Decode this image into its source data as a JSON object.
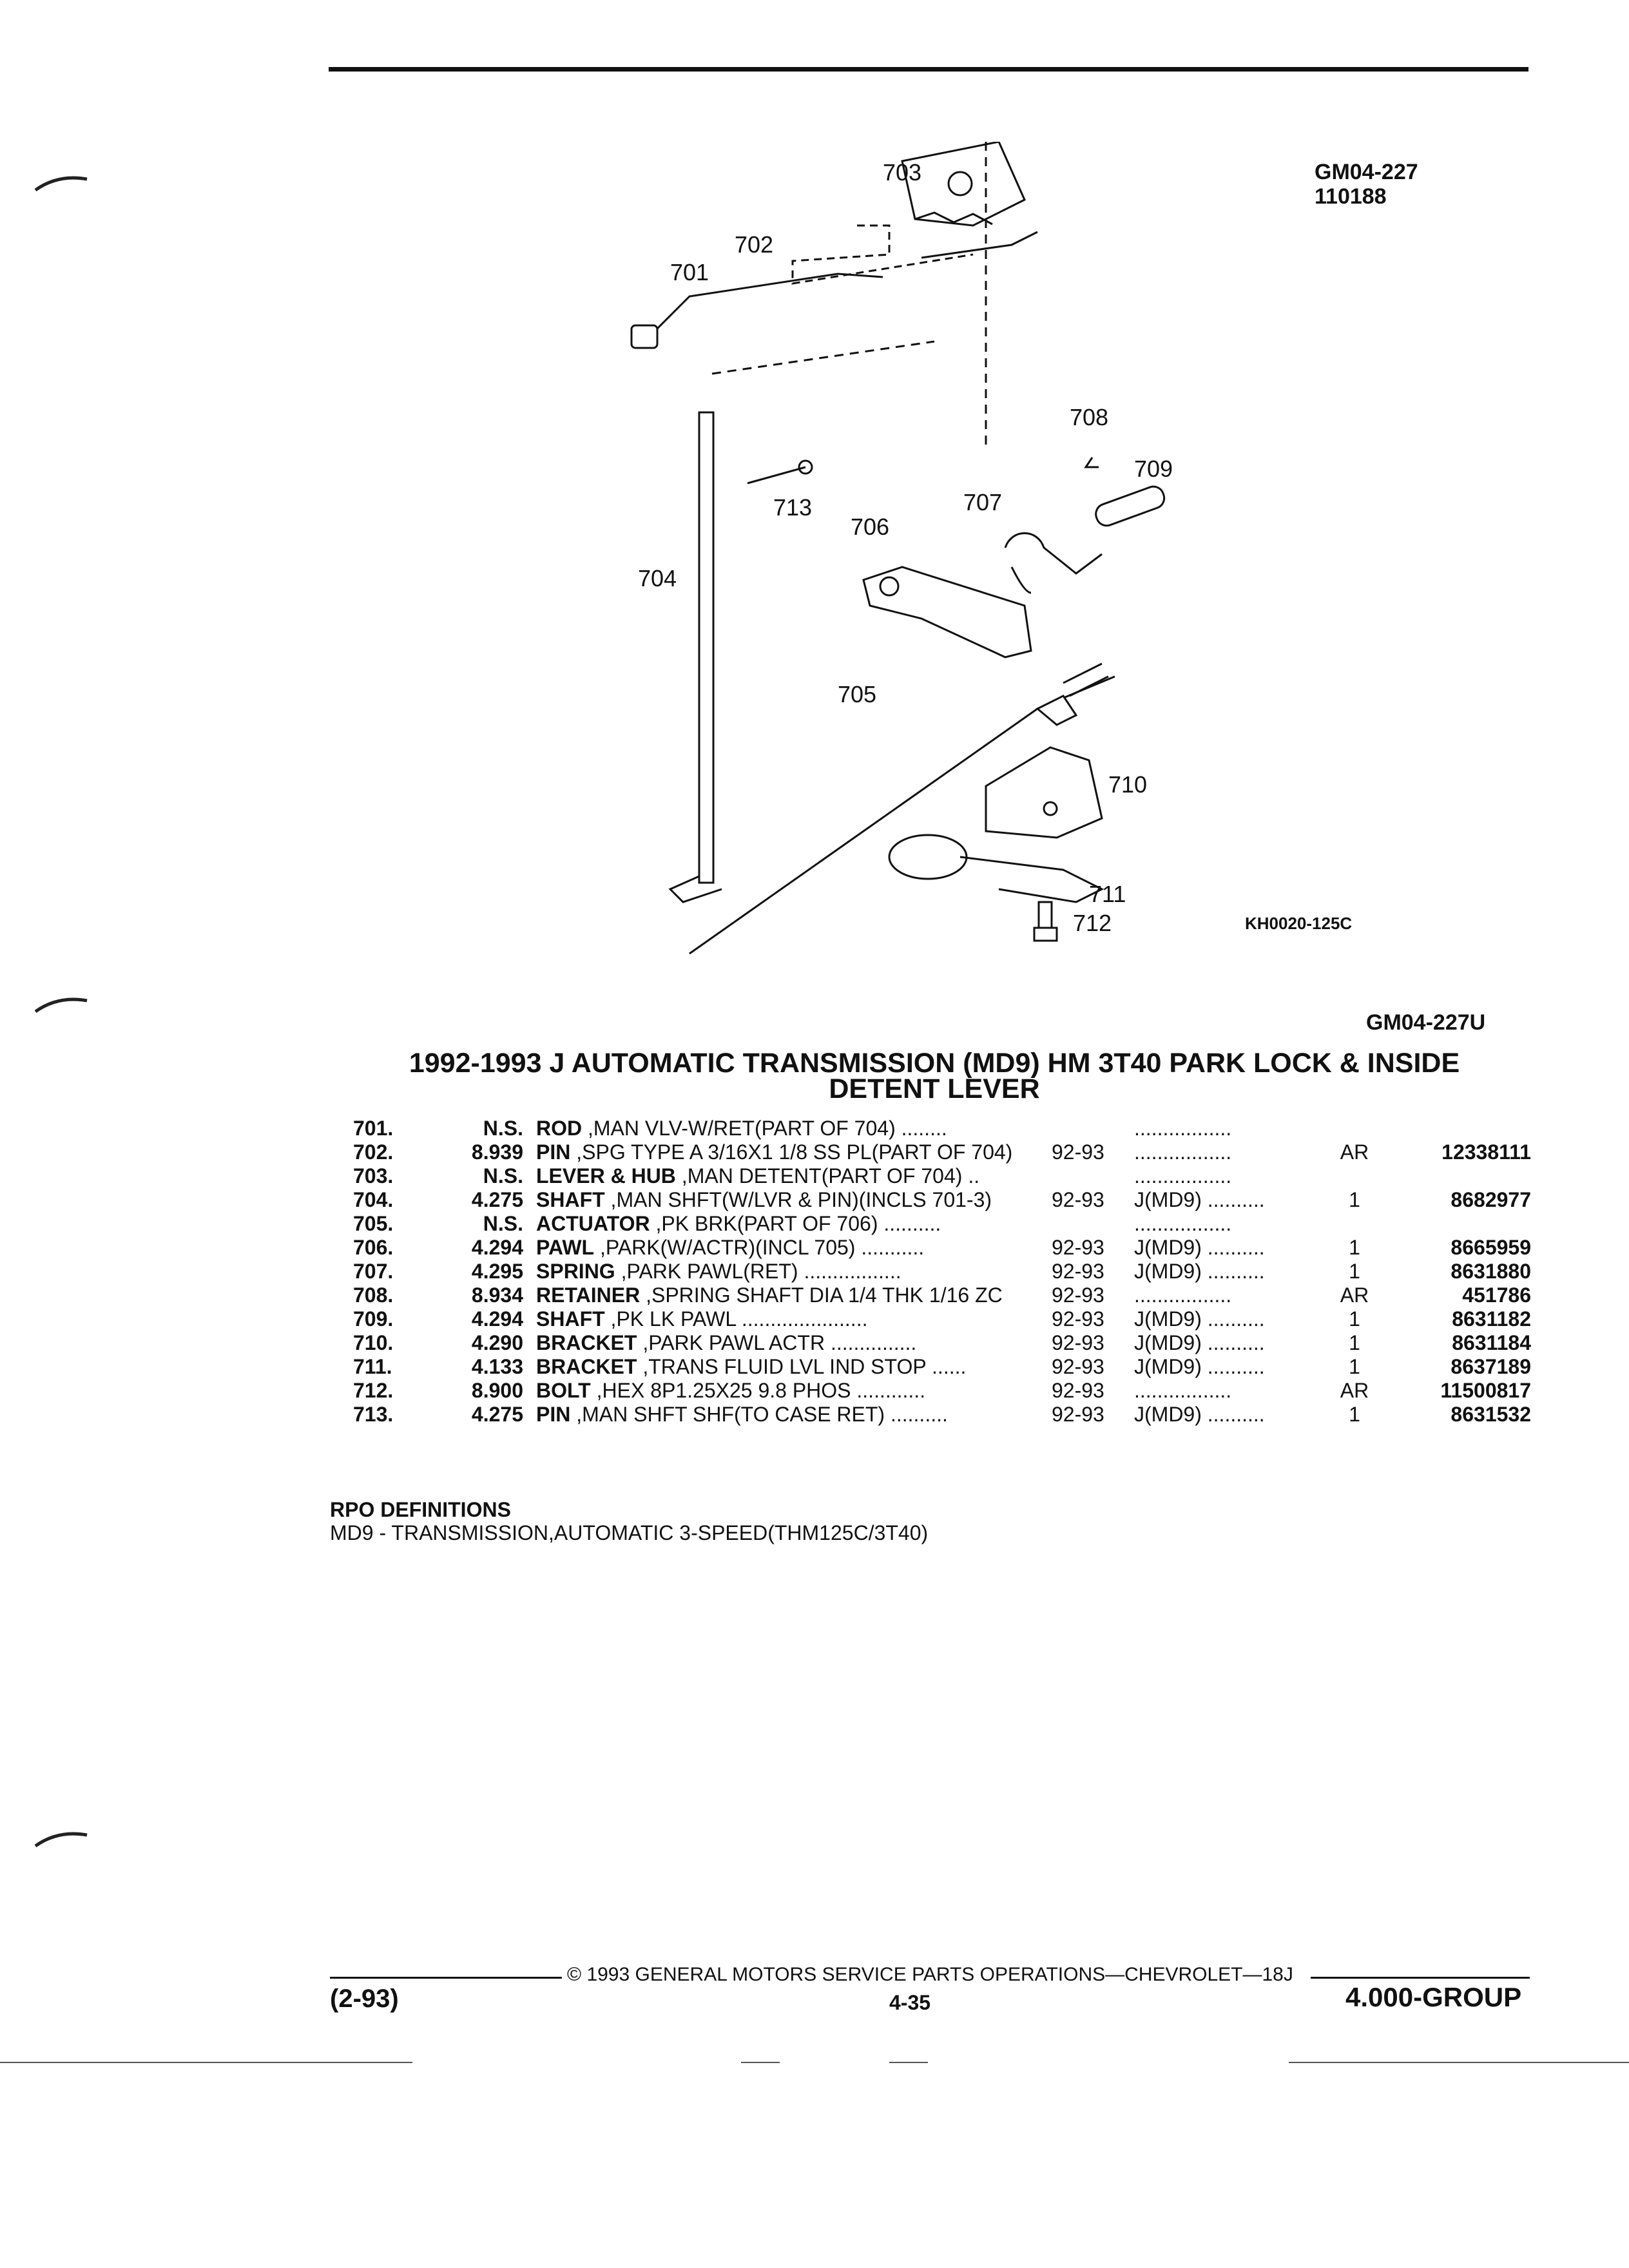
{
  "header": {
    "ref_codes": [
      "GM04-227",
      "110188"
    ],
    "illustration_code": "KH0020-125C",
    "illustration_ref": "GM04-227U"
  },
  "diagram": {
    "callouts": [
      "701",
      "702",
      "703",
      "704",
      "705",
      "706",
      "707",
      "708",
      "709",
      "710",
      "711",
      "712",
      "713"
    ]
  },
  "title": {
    "line1": "1992-1993 J AUTOMATIC TRANSMISSION (MD9) HM 3T40 PARK LOCK & INSIDE",
    "line2": "DETENT LEVER"
  },
  "parts": [
    {
      "ref": "701.",
      "group": "N.S.",
      "name": "ROD",
      "detail": ",MAN VLV-W/RET(PART OF 704) ........",
      "years": "",
      "option": ".................",
      "qty": "",
      "part_no": ""
    },
    {
      "ref": "702.",
      "group": "8.939",
      "name": "PIN",
      "detail": ",SPG TYPE A 3/16X1 1/8 SS PL(PART OF 704)",
      "years": "92-93",
      "option": ".................",
      "qty": "AR",
      "part_no": "12338111"
    },
    {
      "ref": "703.",
      "group": "N.S.",
      "name": "LEVER & HUB",
      "detail": ",MAN DETENT(PART OF 704) ..",
      "years": "",
      "option": ".................",
      "qty": "",
      "part_no": ""
    },
    {
      "ref": "704.",
      "group": "4.275",
      "name": "SHAFT",
      "detail": ",MAN SHFT(W/LVR & PIN)(INCLS 701-3)",
      "years": "92-93",
      "option": "J(MD9) ..........",
      "qty": "1",
      "part_no": "8682977"
    },
    {
      "ref": "705.",
      "group": "N.S.",
      "name": "ACTUATOR",
      "detail": ",PK BRK(PART OF 706) ..........",
      "years": "",
      "option": ".................",
      "qty": "",
      "part_no": ""
    },
    {
      "ref": "706.",
      "group": "4.294",
      "name": "PAWL",
      "detail": ",PARK(W/ACTR)(INCL 705) ...........",
      "years": "92-93",
      "option": "J(MD9) ..........",
      "qty": "1",
      "part_no": "8665959"
    },
    {
      "ref": "707.",
      "group": "4.295",
      "name": "SPRING",
      "detail": ",PARK PAWL(RET) .................",
      "years": "92-93",
      "option": "J(MD9) ..........",
      "qty": "1",
      "part_no": "8631880"
    },
    {
      "ref": "708.",
      "group": "8.934",
      "name": "RETAINER",
      "detail": ",SPRING SHAFT DIA 1/4 THK 1/16 ZC",
      "years": "92-93",
      "option": ".................",
      "qty": "AR",
      "part_no": "451786"
    },
    {
      "ref": "709.",
      "group": "4.294",
      "name": "SHAFT",
      "detail": ",PK LK PAWL ......................",
      "years": "92-93",
      "option": "J(MD9) ..........",
      "qty": "1",
      "part_no": "8631182"
    },
    {
      "ref": "710.",
      "group": "4.290",
      "name": "BRACKET",
      "detail": ",PARK PAWL ACTR ...............",
      "years": "92-93",
      "option": "J(MD9) ..........",
      "qty": "1",
      "part_no": "8631184"
    },
    {
      "ref": "711.",
      "group": "4.133",
      "name": "BRACKET",
      "detail": ",TRANS FLUID LVL IND STOP ......",
      "years": "92-93",
      "option": "J(MD9) ..........",
      "qty": "1",
      "part_no": "8637189"
    },
    {
      "ref": "712.",
      "group": "8.900",
      "name": "BOLT",
      "detail": ",HEX 8P1.25X25 9.8 PHOS ............",
      "years": "92-93",
      "option": ".................",
      "qty": "AR",
      "part_no": "11500817"
    },
    {
      "ref": "713.",
      "group": "4.275",
      "name": "PIN",
      "detail": ",MAN SHFT SHF(TO CASE RET) ..........",
      "years": "92-93",
      "option": "J(MD9) ..........",
      "qty": "1",
      "part_no": "8631532"
    }
  ],
  "rpo": {
    "title": "RPO DEFINITIONS",
    "definition": "MD9 - TRANSMISSION,AUTOMATIC 3-SPEED(THM125C/3T40)"
  },
  "footer": {
    "copyright": "© 1993 GENERAL MOTORS SERVICE PARTS OPERATIONS—CHEVROLET—18J",
    "revision": "(2-93)",
    "page": "4-35",
    "group": "4.000-GROUP"
  }
}
